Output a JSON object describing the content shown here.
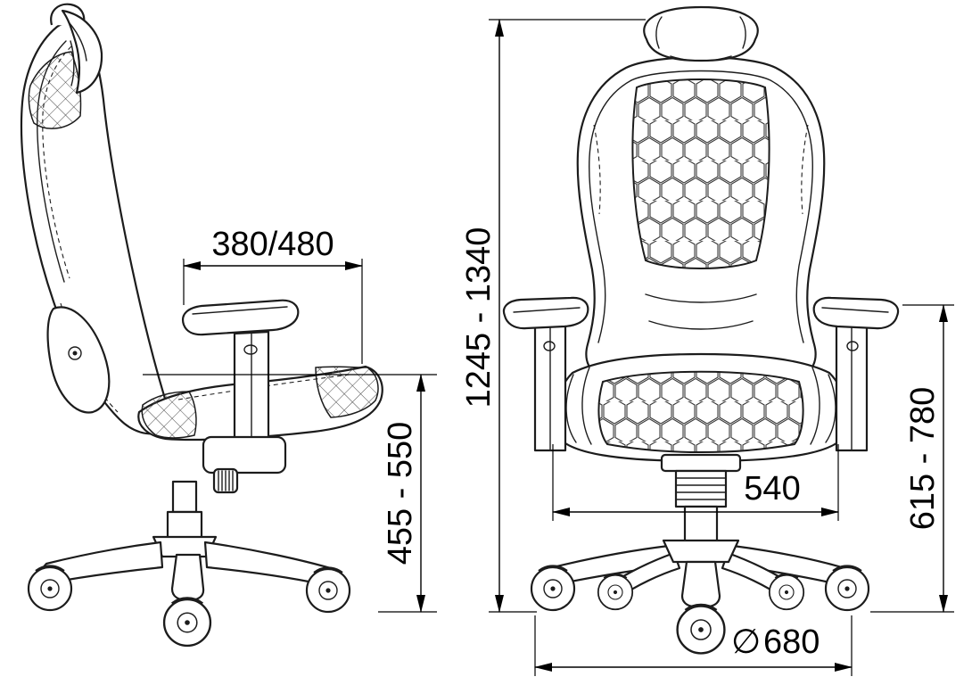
{
  "page": {
    "background": "#ffffff",
    "ink": "#1c1c1c",
    "dimension_color": "#000000"
  },
  "dimensions": {
    "armrest_depth": "380/480",
    "seat_height": "455 - 550",
    "overall_height": "1245 - 1340",
    "armrest_height": "615 - 780",
    "seat_width": "540",
    "base_diameter_symbol": "∅",
    "base_diameter_value": "680"
  }
}
